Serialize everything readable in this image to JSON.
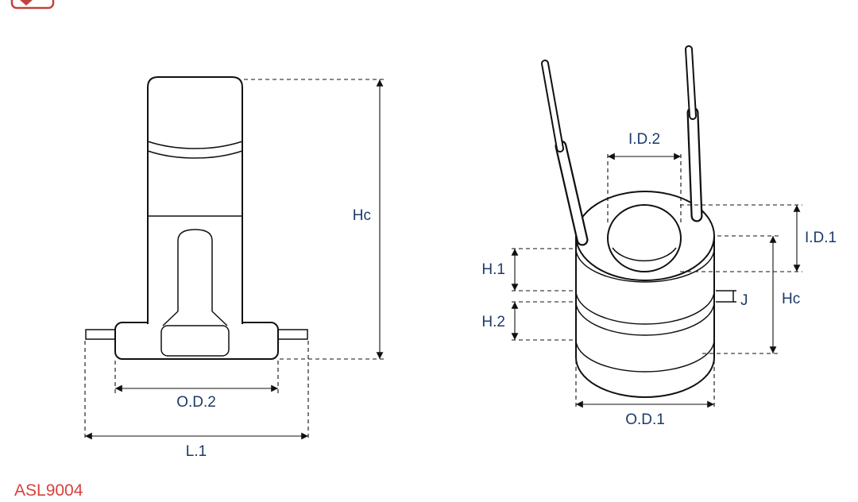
{
  "colors": {
    "background": "#ffffff",
    "line": "#111111",
    "label": "#1c3a6b",
    "part_number": "#d6423b"
  },
  "part_number": "ASL9004",
  "left_view": {
    "dimensions": {
      "hc": "Hc",
      "od2": "O.D.2",
      "l1": "L.1"
    }
  },
  "right_view": {
    "dimensions": {
      "id2": "I.D.2",
      "id1": "I.D.1",
      "h1": "H.1",
      "h2": "H.2",
      "j": "J",
      "hc": "Hc",
      "od1": "O.D.1"
    }
  }
}
